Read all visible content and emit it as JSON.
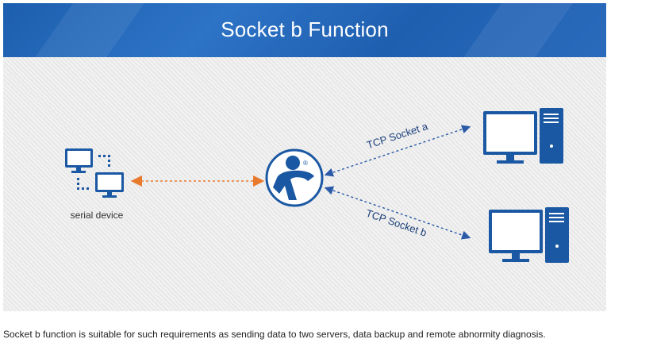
{
  "banner": {
    "title": "Socket b Function"
  },
  "diagram": {
    "serial_device_label": "serial device",
    "device_badge": "®",
    "links": {
      "socket_a": "TCP Socket a",
      "socket_b": "TCP Socket b"
    }
  },
  "caption": "Socket b function is suitable for such requirements as sending data to two servers, data backup and remote abnormity diagnosis.",
  "colors": {
    "banner_blue": "#2366b8",
    "icon_blue": "#1b58a3",
    "arrow_orange": "#e87a2e",
    "arrow_blue": "#2a5aa8"
  }
}
